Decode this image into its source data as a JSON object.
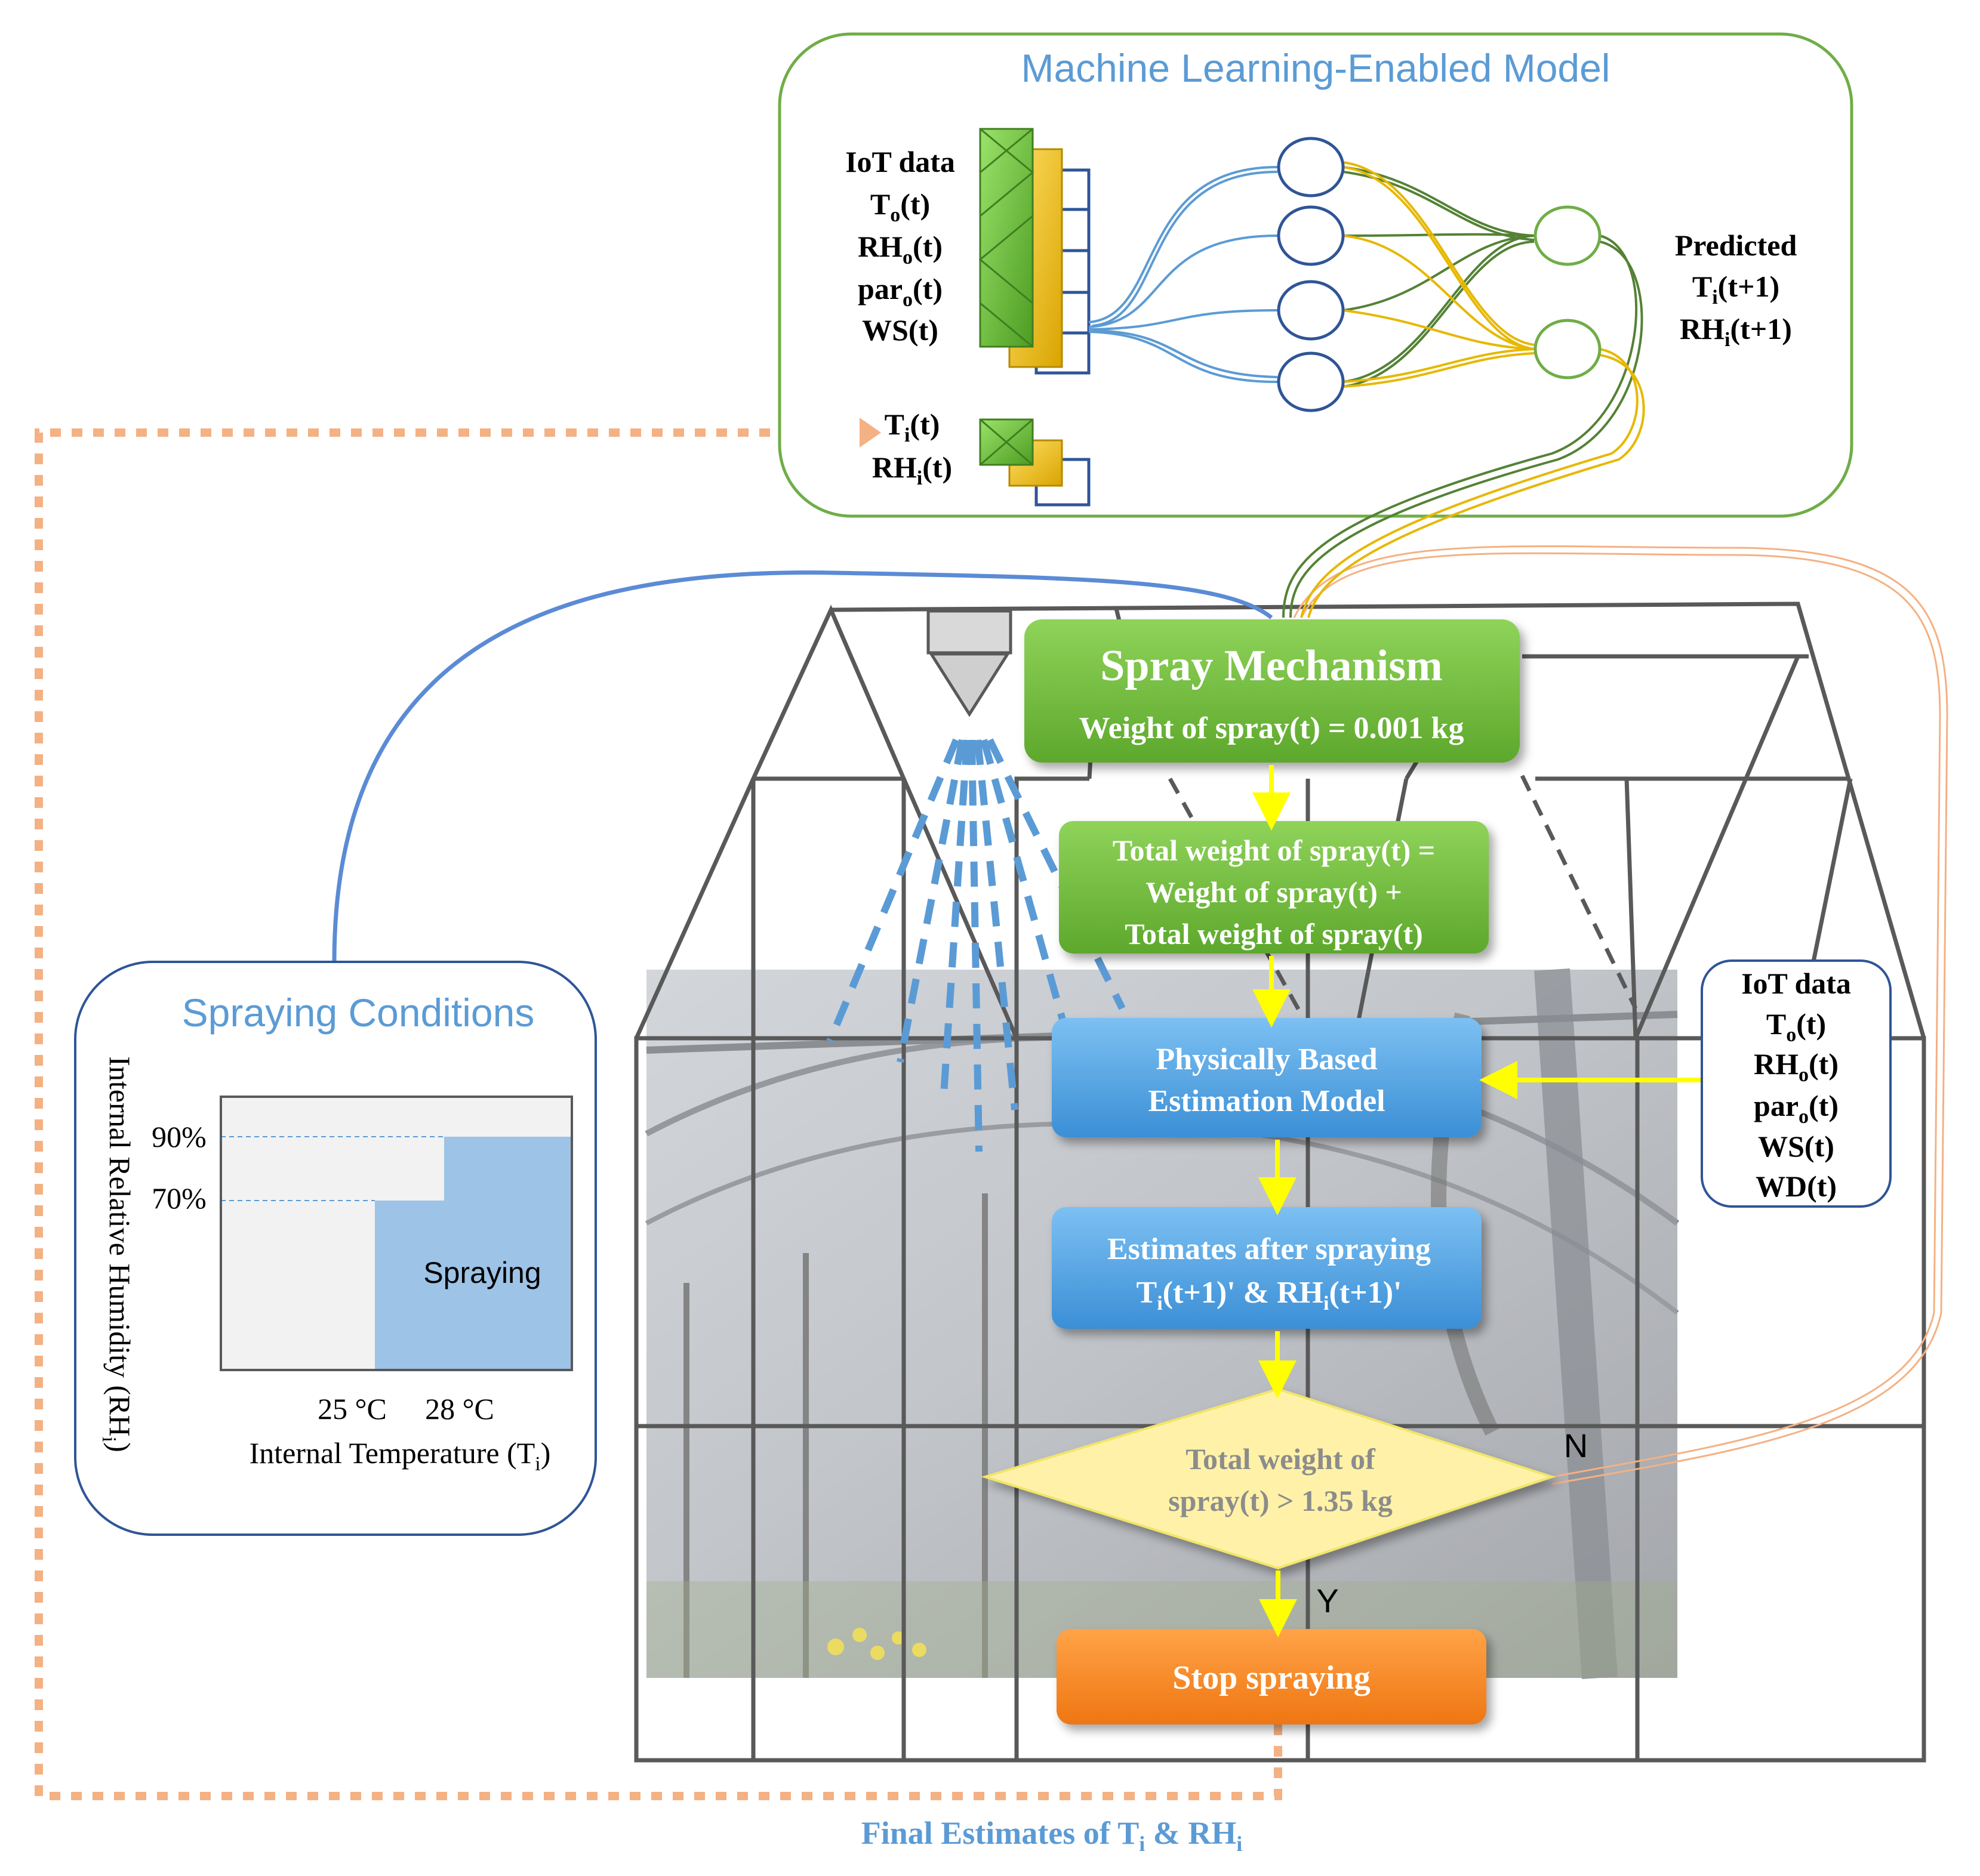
{
  "colors": {
    "green": "#70ad47",
    "blue": "#5b9bd5",
    "orange": "#ed7d31",
    "yellow": "#ffff00",
    "frame": "#595959",
    "cond_fill": "#9dc3e6",
    "salmon": "#f4b183"
  },
  "ml_model": {
    "title": "Machine Learning-Enabled Model",
    "iot_label": "IoT data",
    "inputs": [
      "T",
      "RH",
      "par",
      "WS"
    ],
    "inputs_sub": [
      "o",
      "o",
      "o",
      ""
    ],
    "input_tail": [
      "(t)",
      "(t)",
      "(t)",
      "(t)"
    ],
    "feedback": [
      "T",
      "RH"
    ],
    "feedback_sub": [
      "i",
      "i"
    ],
    "feedback_tail": [
      "(t)",
      "(t)"
    ],
    "predicted_label": "Predicted",
    "outputs": [
      "T",
      "RH"
    ],
    "outputs_sub": [
      "i",
      "i"
    ],
    "outputs_tail": [
      "(t+1)",
      "(t+1)"
    ]
  },
  "flow": {
    "spray_title": "Spray Mechanism",
    "spray_weight": "Weight of  spray(t) = 0.001 kg",
    "total_lines": [
      "Total weight of spray(t) =",
      "Weight of spray(t) +",
      "Total weight of spray(t)"
    ],
    "physical_lines": [
      "Physically Based",
      "Estimation Model"
    ],
    "estimates_title": "Estimates after spraying",
    "est_a": "T",
    "est_a_sub": "i",
    "est_b": "(t+1)' & RH",
    "est_b_sub": "i",
    "est_c": "(t+1)'",
    "decision_lines": [
      "Total weight of",
      "spray(t) > 1.35 kg"
    ],
    "no_label": "N",
    "yes_label": "Y",
    "stop_label": "Stop spraying"
  },
  "iot_right": {
    "label": "IoT data",
    "items": [
      "T",
      "RH",
      "par",
      "WS",
      "WD"
    ],
    "subs": [
      "o",
      "o",
      "o",
      "",
      ""
    ],
    "tails": [
      "(t)",
      "(t)",
      "(t)",
      "(t)",
      "(t)"
    ]
  },
  "conditions": {
    "title": "Spraying Conditions",
    "y_ticks": [
      "90%",
      "70%"
    ],
    "x_ticks": [
      "25 °C",
      "28 °C"
    ],
    "region_label": "Spraying",
    "x_label": "Internal Temperature (T",
    "x_label_sub": "i",
    "x_label_end": ")",
    "y_label": "Internal Relative Humidity (RH",
    "y_label_sub": "i",
    "y_label_end": ")"
  },
  "footer": {
    "final_label": "Final  Estimates  of T",
    "final_sub_1": "i",
    "final_mid": " & RH",
    "final_sub_2": "i"
  }
}
